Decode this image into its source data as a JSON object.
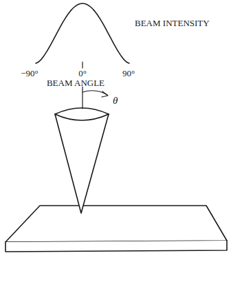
{
  "diagram": {
    "labels": [
      "BEAM INTENSITY",
      "−90°",
      "0°",
      "90°",
      "BEAM ANGLE",
      "θ"
    ]
  }
}
